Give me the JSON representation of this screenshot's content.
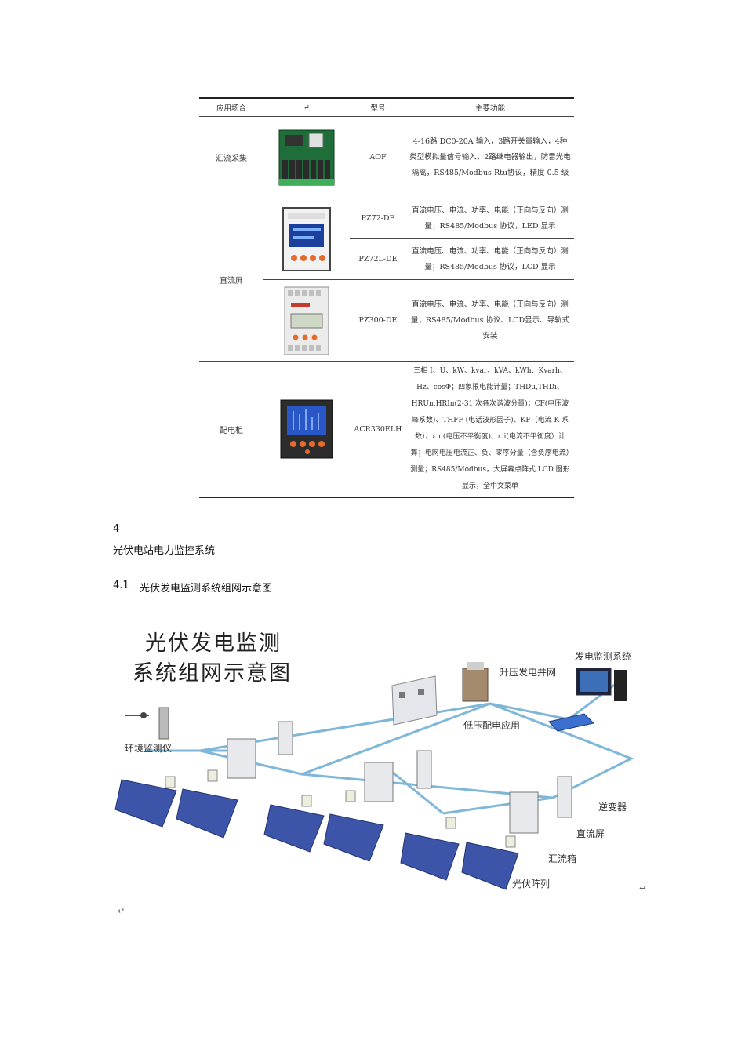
{
  "table": {
    "headers": [
      "应用场合",
      "",
      "型号",
      "主要功能"
    ],
    "rows": [
      {
        "application": "汇流采集",
        "model": "AOF",
        "function": "4-16路 DC0-20A 输入，3路开关量输入，4种类型模拟量信号输入，2路继电器输出，防雷光电隔离，RS485/Modbus-Rtu协议，精度 0.5 级",
        "image": "combiner-board"
      },
      {
        "application": "直流屏",
        "model": "PZ72-DE",
        "function": "直流电压、电流、功率、电能（正向与反向）测量；RS485/Modbus 协议，LED 显示",
        "image": "panel-meter"
      },
      {
        "application": "",
        "model": "PZ72L-DE",
        "function": "直流电压、电流、功率、电能（正向与反向）测量；RS485/Modbus 协议，LCD 显示",
        "image": ""
      },
      {
        "application": "",
        "model": "PZ300-DE",
        "function": "直流电压、电流、功率、电能（正向与反向）测量；RS485/Modbus 协议、LCD显示、导轨式安装",
        "image": "din-meter"
      },
      {
        "application": "配电柜",
        "model": "ACR330ELH",
        "function": "三相 I、U、kW、kvar、kVA、kWh、Kvarh、Hz、cosΦ；四象限电能计量；THDu,THDi、HRUn,HRIn(2-31 次各次谐波分量)；CF(电压波峰系数)、THFF (电话波形因子)、KF（电流 K 系数）、ε u(电压不平衡度)、ε i(电流不平衡度）计算；电网电压电流正、负、零序分量（含负序电流）测量；RS485/Modbus，大屏幕点阵式 LCD 图形显示，全中文菜单",
        "image": "power-analyzer"
      }
    ]
  },
  "section": {
    "number": "4",
    "title": "光伏电站电力监控系统",
    "sub_number": "4.1",
    "sub_title": "光伏发电监测系统组网示意图"
  },
  "diagram": {
    "title_line1": "光伏发电监测",
    "title_line2": "系统组网示意图",
    "labels": {
      "monitor_system": "发电监测系统",
      "grid": "升压发电并网",
      "low_voltage": "低压配电应用",
      "env_monitor": "环境监测仪",
      "inverter": "逆变器",
      "dc_panel": "直流屏",
      "combiner": "汇流箱",
      "pv_array": "光伏阵列"
    },
    "colors": {
      "cable": "#7fb7d9",
      "panel": "#3d55a8",
      "cabinet": "#e7e9ec"
    }
  },
  "marks": {
    "return": "↵"
  }
}
